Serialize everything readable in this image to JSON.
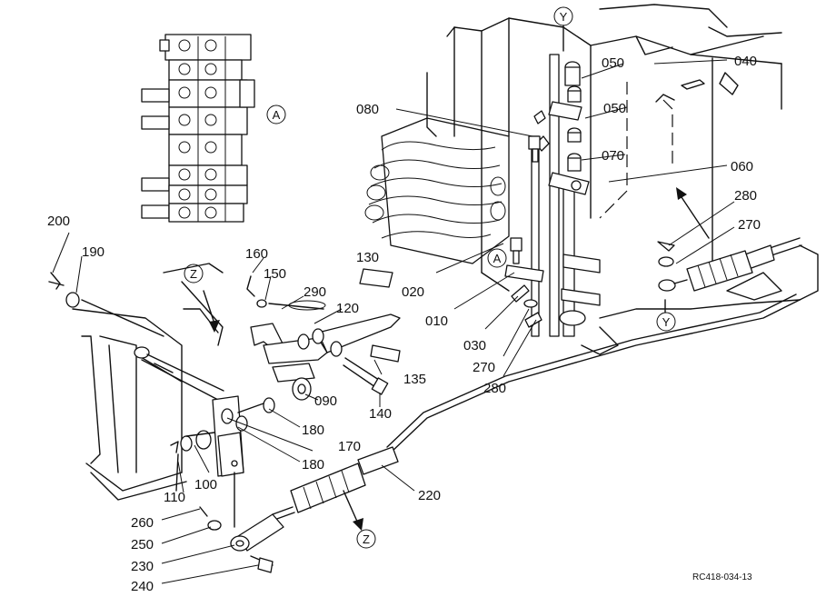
{
  "diagram_ref": "RC418-034-13",
  "view_marks": {
    "a": "A",
    "y": "Y",
    "z": "Z"
  },
  "parts": {
    "p010": "010",
    "p020": "020",
    "p030": "030",
    "p040": "040",
    "p050": "050",
    "p060": "060",
    "p070": "070",
    "p080": "080",
    "p090": "090",
    "p100": "100",
    "p110": "110",
    "p120": "120",
    "p130": "130",
    "p135": "135",
    "p140": "140",
    "p150": "150",
    "p160": "160",
    "p170": "170",
    "p180": "180",
    "p190": "190",
    "p200": "200",
    "p220": "220",
    "p230": "230",
    "p240": "240",
    "p250": "250",
    "p260": "260",
    "p270": "270",
    "p280": "280",
    "p290": "290"
  }
}
